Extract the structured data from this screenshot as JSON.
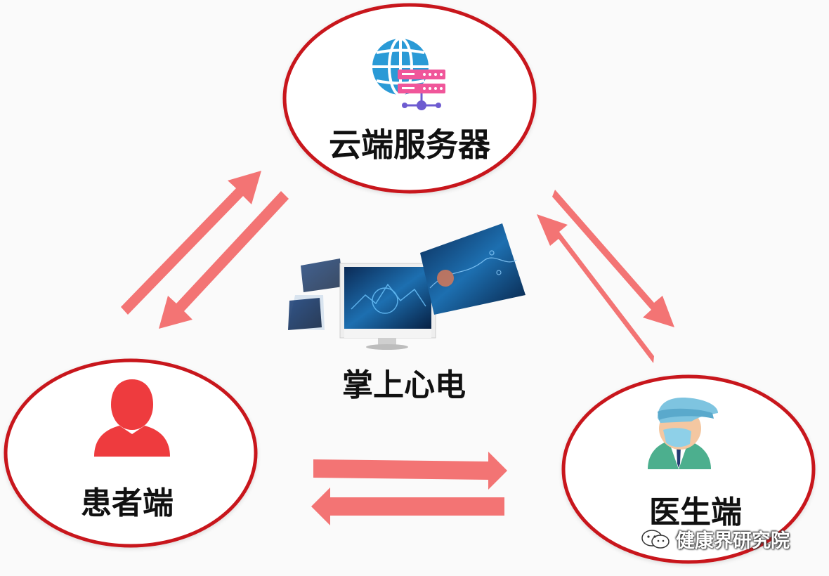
{
  "nodes": {
    "cloud": {
      "label": "云端服务器",
      "icon": "cloud-server-icon"
    },
    "patient": {
      "label": "患者端",
      "icon": "person-icon"
    },
    "doctor": {
      "label": "医生端",
      "icon": "doctor-icon"
    },
    "center": {
      "label": "掌上心电",
      "icon": "monitor-screens-icon"
    }
  },
  "watermark": {
    "text": "健康界研究院",
    "icon": "wechat-icon"
  },
  "colors": {
    "ring": "#c8161d",
    "arrow": "#f26d6d",
    "person": "#ee3b3e",
    "globe": "#2a9ad6",
    "server": "#f0569a",
    "background": "#fafafa"
  }
}
